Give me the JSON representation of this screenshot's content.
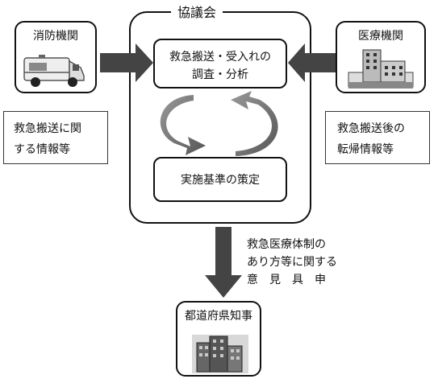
{
  "council": {
    "title": "協議会"
  },
  "fire_dept": {
    "title": "消防機関"
  },
  "medical": {
    "title": "医療機関"
  },
  "survey": {
    "line1": "救急搬送・受入れの",
    "line2": "調査・分析"
  },
  "standard": {
    "label": "実施基準の策定"
  },
  "fire_info": {
    "line1": "救急搬送に関",
    "line2": "する情報等"
  },
  "med_info": {
    "line1": "救急搬送後の",
    "line2": "転帰情報等"
  },
  "opinion": {
    "line1": "救急医療体制の",
    "line2": "あり方等に関する",
    "line3": "意　見　具　申"
  },
  "governor": {
    "title": "都道府県知事"
  }
}
